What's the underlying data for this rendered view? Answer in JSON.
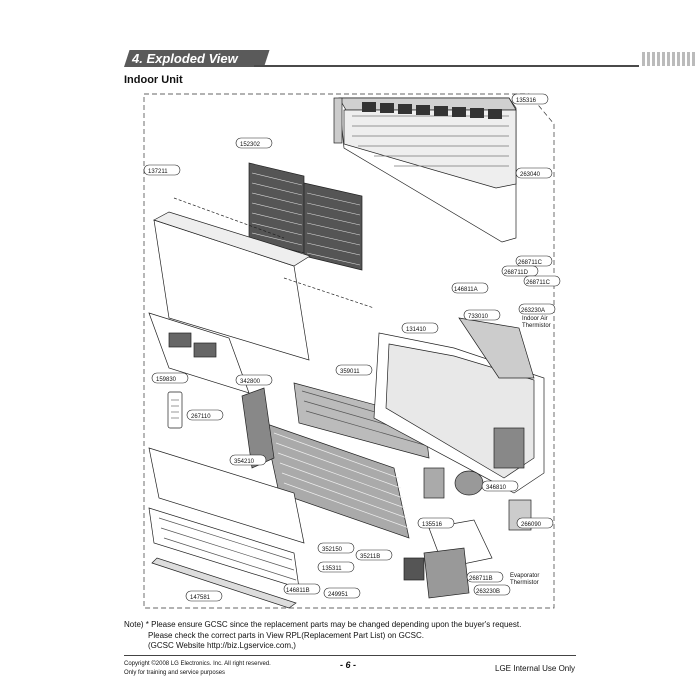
{
  "header": {
    "title": "4. Exploded View"
  },
  "subtitle": "Indoor Unit",
  "parts": {
    "p135316": "135316",
    "p152302": "152302",
    "p137211": "137211",
    "p263040": "263040",
    "p268711c_top": "268711C",
    "p268711d": "268711D",
    "p268711c_mid": "268711C",
    "p146811a": "146811A",
    "p263230a": "263230A",
    "indoor_air_thermistor_1": "Indoor Air",
    "indoor_air_thermistor_2": "Thermistor",
    "p131410": "131410",
    "p733010": "733010",
    "p159830": "159830",
    "p342800": "342800",
    "p359011": "359011",
    "p267110": "267110",
    "p354210": "354210",
    "p346810": "346810",
    "p135516": "135516",
    "p266090": "266090",
    "p352150": "352150",
    "p35211b": "35211B",
    "p135311": "135311",
    "p268711b": "268711B",
    "p263230b": "263230B",
    "evaporator_thermistor_1": "Evaporator",
    "evaporator_thermistor_2": "Thermistor",
    "p147581": "147581",
    "p146811b": "146811B",
    "p249951": "249951"
  },
  "note": {
    "line1": "Note) * Please ensure GCSC since the replacement parts may be changed depending upon the buyer's request.",
    "line2": "Please check  the correct parts in View RPL(Replacement Part List) on GCSC.",
    "line3": "(GCSC Website  http://biz.Lgservice.com,)"
  },
  "footer": {
    "copyright": "Copyright ©2008 LG Electronics. Inc. All right reserved.",
    "training": "Only for training and service purposes",
    "page_number": "- 6 -",
    "internal": "LGE Internal Use Only"
  }
}
